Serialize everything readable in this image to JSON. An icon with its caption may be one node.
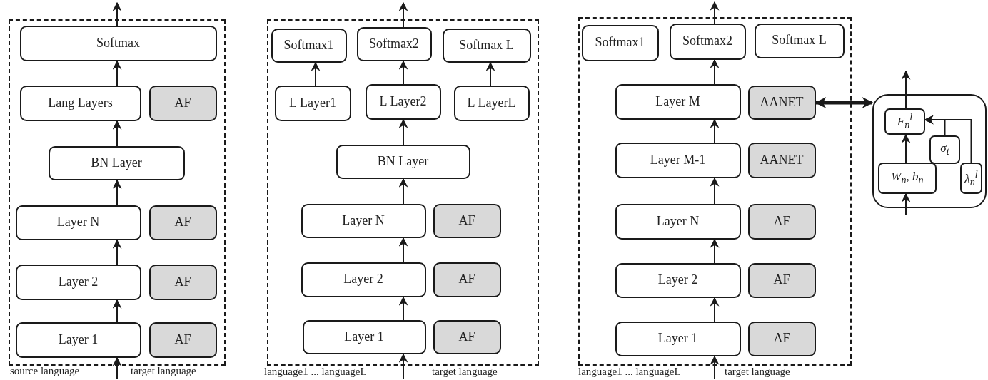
{
  "diagram": {
    "nodes": [
      {
        "text": [],
        "shape": "box"
      },
      {
        "text": [
          "Softmax"
        ],
        "in": 0
      },
      {
        "text": [
          "Lang Layers"
        ],
        "in": 0
      },
      {
        "text": [
          "AF"
        ],
        "in": 0
      },
      {
        "text": [
          "BN Layer"
        ],
        "in": 0
      },
      {
        "text": [
          "Layer N"
        ],
        "in": 0
      },
      {
        "text": [
          "AF"
        ],
        "in": 0
      },
      {
        "text": [
          "Layer 2"
        ],
        "in": 0
      },
      {
        "text": [
          "AF"
        ],
        "in": 0
      },
      {
        "text": [
          "Layer 1"
        ],
        "in": 0
      },
      {
        "text": [
          "AF"
        ],
        "in": 0
      },
      {
        "text": [],
        "shape": "box"
      },
      {
        "text": [
          "Softmax1"
        ],
        "in": 11
      },
      {
        "text": [
          "Softmax2"
        ],
        "in": 11
      },
      {
        "text": [
          "Softmax L"
        ],
        "in": 11
      },
      {
        "text": [
          "L Layer1"
        ],
        "in": 11
      },
      {
        "text": [
          "L Layer2"
        ],
        "in": 11
      },
      {
        "text": [
          "L LayerL"
        ],
        "in": 11
      },
      {
        "text": [
          "BN Layer"
        ],
        "in": 11
      },
      {
        "text": [
          "Layer N"
        ],
        "in": 11
      },
      {
        "text": [
          "AF"
        ],
        "in": 11
      },
      {
        "text": [
          "Layer 2"
        ],
        "in": 11
      },
      {
        "text": [
          "AF"
        ],
        "in": 11
      },
      {
        "text": [
          "Layer 1"
        ],
        "in": 11
      },
      {
        "text": [
          "AF"
        ],
        "in": 11
      },
      {
        "text": [],
        "shape": "box"
      },
      {
        "text": [
          "Softmax1"
        ],
        "in": 25
      },
      {
        "text": [
          "Softmax2"
        ],
        "in": 25
      },
      {
        "text": [
          "Softmax L"
        ],
        "in": 25
      },
      {
        "text": [
          "Layer M"
        ],
        "in": 25
      },
      {
        "text": [
          "AANET"
        ],
        "in": 25
      },
      {
        "text": [
          "Layer M-1"
        ],
        "in": 25
      },
      {
        "text": [
          "AANET"
        ],
        "in": 25
      },
      {
        "text": [
          "Layer N"
        ],
        "in": 25
      },
      {
        "text": [
          "AF"
        ],
        "in": 25
      },
      {
        "text": [
          "Layer 2"
        ],
        "in": 25
      },
      {
        "text": [
          "AF"
        ],
        "in": 25
      },
      {
        "text": [
          "Layer 1"
        ],
        "in": 25
      },
      {
        "text": [
          "AF"
        ],
        "in": 25
      },
      {
        "text": [],
        "shape": "box"
      },
      {
        "text": [
          "F$_{n}$$^{l}$"
        ],
        "in": 39
      },
      {
        "text": [
          "σ$_{t}$"
        ],
        "in": 39
      },
      {
        "text": [
          "W$_{n}$, b$_{n}$"
        ],
        "in": 39
      },
      {
        "text": [
          "λ$_{n}$$^{l}$"
        ],
        "in": 39
      }
    ],
    "edges": [
      {
        "from": 1,
        "to": null,
        "arrow": "to"
      },
      {
        "from": 2,
        "to": 1,
        "arrow": "to"
      },
      {
        "from": 4,
        "to": 2,
        "arrow": "to"
      },
      {
        "from": 5,
        "to": 4,
        "arrow": "to"
      },
      {
        "from": 7,
        "to": 5,
        "arrow": "to"
      },
      {
        "from": 9,
        "to": 7,
        "arrow": "to"
      },
      {
        "from": null,
        "to": 9,
        "arrow": "to"
      },
      {
        "from": 13,
        "to": null,
        "arrow": "to"
      },
      {
        "from": 15,
        "to": 12,
        "arrow": "to"
      },
      {
        "from": 16,
        "to": 13,
        "arrow": "to"
      },
      {
        "from": 17,
        "to": 14,
        "arrow": "to"
      },
      {
        "from": 18,
        "to": 16,
        "arrow": "to"
      },
      {
        "from": 19,
        "to": 18,
        "arrow": "to"
      },
      {
        "from": 21,
        "to": 19,
        "arrow": "to"
      },
      {
        "from": 23,
        "to": 21,
        "arrow": "to"
      },
      {
        "from": null,
        "to": 23,
        "arrow": "to"
      },
      {
        "from": 27,
        "to": null,
        "arrow": "to"
      },
      {
        "from": 29,
        "to": 27,
        "arrow": "to"
      },
      {
        "from": 31,
        "to": 29,
        "arrow": "to"
      },
      {
        "from": 33,
        "to": 31,
        "arrow": "to"
      },
      {
        "from": 35,
        "to": 33,
        "arrow": "to"
      },
      {
        "from": 37,
        "to": 35,
        "arrow": "to"
      },
      {
        "from": null,
        "to": 37,
        "arrow": "to"
      },
      {
        "from": 30,
        "to": 39,
        "arrow": "both",
        "style": "thick"
      },
      {
        "from": 40,
        "to": null,
        "arrow": "to"
      },
      {
        "from": 42,
        "to": 40,
        "arrow": "to"
      },
      {
        "from": 41,
        "to": 40,
        "arrow": "to"
      },
      {
        "from": 43,
        "to": 40,
        "arrow": "to"
      },
      {
        "from": null,
        "to": 42,
        "arrow": "to"
      }
    ],
    "labels": [
      "source language",
      "target language",
      "language1 ... languageL",
      "target language",
      "language1 ... languageL",
      "target language"
    ]
  }
}
